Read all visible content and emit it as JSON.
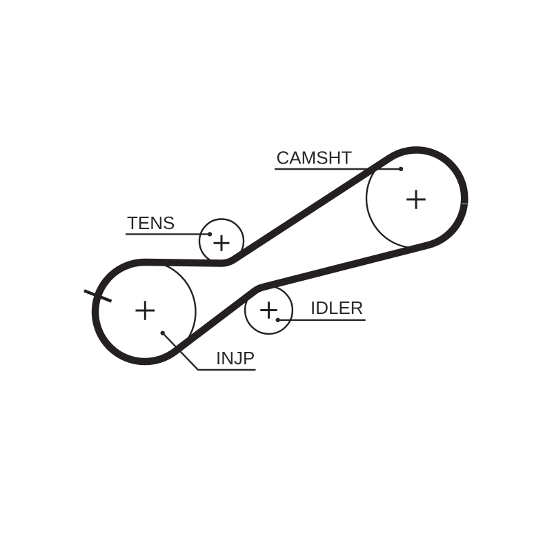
{
  "page": {
    "background": "#ffffff",
    "ink_color": "#242021",
    "text_color": "#2b2728",
    "tick_color": "#c9c9c9"
  },
  "diagram": {
    "type": "timing-belt-routing-diagram",
    "labels": {
      "camshaft": "CAMSHT",
      "tensioner": "TENS",
      "idler": "IDLER",
      "injection_pump": "INJP"
    },
    "components": [
      {
        "id": "camshaft-pulley",
        "label": "CAMSHT"
      },
      {
        "id": "tensioner-pulley",
        "label": "TENS"
      },
      {
        "id": "idler-pulley",
        "label": "IDLER"
      },
      {
        "id": "injection-pump-pulley",
        "label": "INJP"
      },
      {
        "id": "timing-belt",
        "label": ""
      }
    ]
  }
}
